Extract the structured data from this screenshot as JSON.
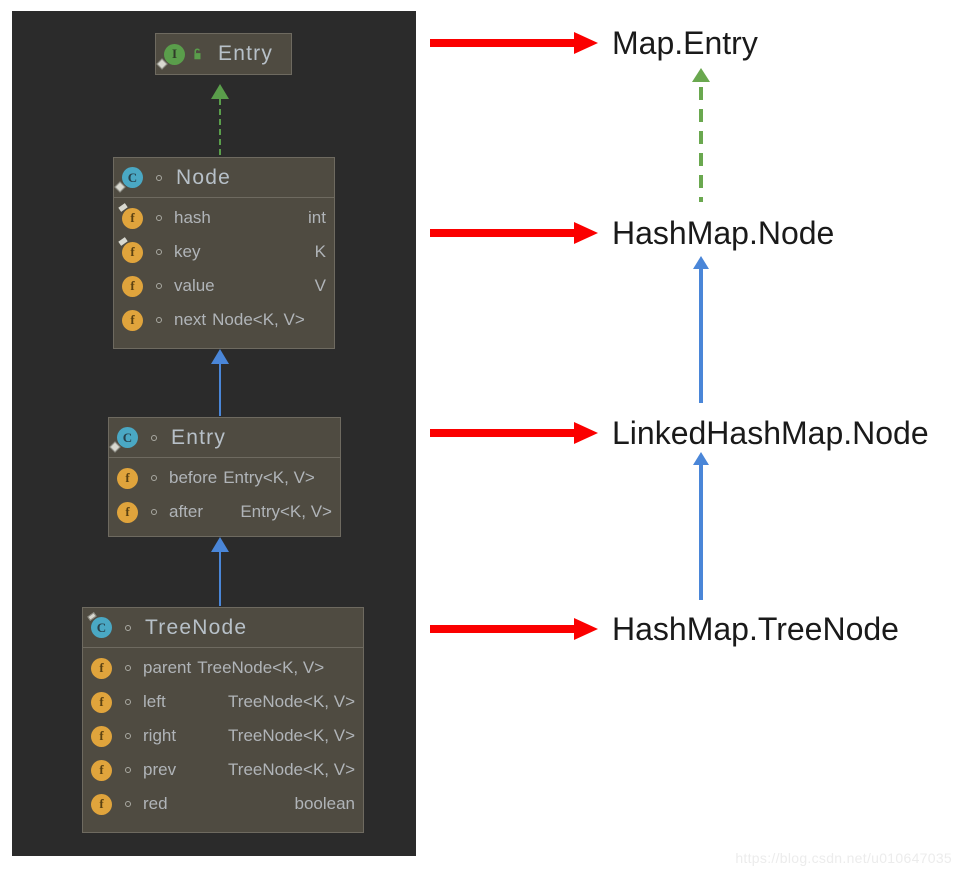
{
  "diagram": {
    "panel_background": "#2b2b2b",
    "box_background": "#4f4b41",
    "box_border": "#6e6a60",
    "classes": [
      {
        "id": "map-entry",
        "name": "Entry",
        "stereotype": "interface",
        "icon": "interface-badge-icon",
        "lock_icon": "unlock-icon",
        "members": []
      },
      {
        "id": "hashmap-node",
        "name": "Node",
        "stereotype": "class",
        "icon": "class-badge-icon",
        "members": [
          {
            "icon": "field-badge-icon",
            "name": "hash",
            "type": "int"
          },
          {
            "icon": "field-badge-icon",
            "name": "key",
            "type": "K"
          },
          {
            "icon": "field-badge-icon",
            "name": "value",
            "type": "V"
          },
          {
            "icon": "field-badge-icon",
            "name": "next",
            "type": "Node<K, V>"
          }
        ]
      },
      {
        "id": "linkedhashmap-entry",
        "name": "Entry",
        "stereotype": "class",
        "icon": "class-badge-icon",
        "members": [
          {
            "icon": "field-badge-icon",
            "name": "before",
            "type": "Entry<K, V>"
          },
          {
            "icon": "field-badge-icon",
            "name": "after",
            "type": "Entry<K, V>"
          }
        ]
      },
      {
        "id": "hashmap-treenode",
        "name": "TreeNode",
        "stereotype": "class",
        "icon": "class-badge-icon",
        "members": [
          {
            "icon": "field-badge-icon",
            "name": "parent",
            "type": "TreeNode<K, V>"
          },
          {
            "icon": "field-badge-icon",
            "name": "left",
            "type": "TreeNode<K, V>"
          },
          {
            "icon": "field-badge-icon",
            "name": "right",
            "type": "TreeNode<K, V>"
          },
          {
            "icon": "field-badge-icon",
            "name": "prev",
            "type": "TreeNode<K, V>"
          },
          {
            "icon": "field-badge-icon",
            "name": "red",
            "type": "boolean"
          }
        ]
      }
    ],
    "relations": [
      {
        "id": "rel-node-implements-entry",
        "kind": "realization",
        "style": "dashed",
        "color": "#5a9e4b",
        "from": "hashmap-node",
        "to": "map-entry"
      },
      {
        "id": "rel-entry-extends-node",
        "kind": "generalization",
        "style": "solid",
        "color": "#4a86d8",
        "from": "linkedhashmap-entry",
        "to": "hashmap-node"
      },
      {
        "id": "rel-treenode-extends-entry",
        "kind": "generalization",
        "style": "solid",
        "color": "#4a86d8",
        "from": "hashmap-treenode",
        "to": "linkedhashmap-entry"
      }
    ]
  },
  "annotations": {
    "arrow_color": "#fb0000",
    "items": [
      {
        "id": "annot-map-entry",
        "label": "Map.Entry"
      },
      {
        "id": "annot-hashmap-node",
        "label": "HashMap.Node"
      },
      {
        "id": "annot-linkedhashmap-node",
        "label": "LinkedHashMap.Node"
      },
      {
        "id": "annot-hashmap-treenode",
        "label": "HashMap.TreeNode"
      }
    ],
    "relations": [
      {
        "id": "annot-rel-realization",
        "kind": "realization",
        "style": "dash-dot",
        "color": "#6aa84f"
      },
      {
        "id": "annot-rel-gen-1",
        "kind": "generalization",
        "style": "solid",
        "color": "#4a86d8"
      },
      {
        "id": "annot-rel-gen-2",
        "kind": "generalization",
        "style": "solid",
        "color": "#4a86d8"
      }
    ]
  },
  "watermark": {
    "text": "https://blog.csdn.net/u010647035"
  }
}
